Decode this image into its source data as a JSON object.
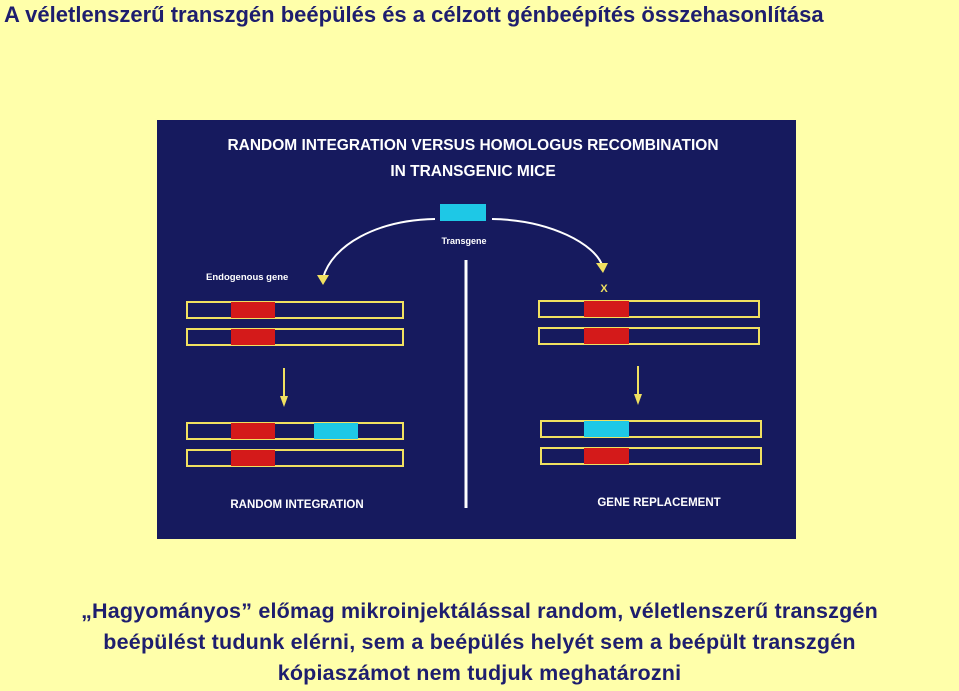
{
  "slide": {
    "title": "A véletlenszerű transzgén beépülés és a célzott génbeépítés összehasonlítása"
  },
  "figure": {
    "heading_line1": "RANDOM INTEGRATION VERSUS HOMOLOGUS RECOMBINATION",
    "heading_line2": "IN TRANSGENIC MICE",
    "transgene_label": "Transgene",
    "endogenous_label": "Endogenous gene",
    "crossover_mark": "X",
    "left_caption": "RANDOM INTEGRATION",
    "right_caption": "GENE REPLACEMENT",
    "colors": {
      "background": "#161a5e",
      "chromosome_outline": "#f0e060",
      "endogenous_gene": "#d41a1a",
      "transgene": "#1ec8e6",
      "arrow": "#f0e060"
    }
  },
  "caption": {
    "line1": "„Hagyományos” előmag mikroinjektálással random, véletlenszerű transzgén",
    "line2": "beépülést tudunk elérni, sem a beépülés helyét sem a beépült transzgén",
    "line3": "kópiaszámot nem tudjuk meghatározni"
  }
}
